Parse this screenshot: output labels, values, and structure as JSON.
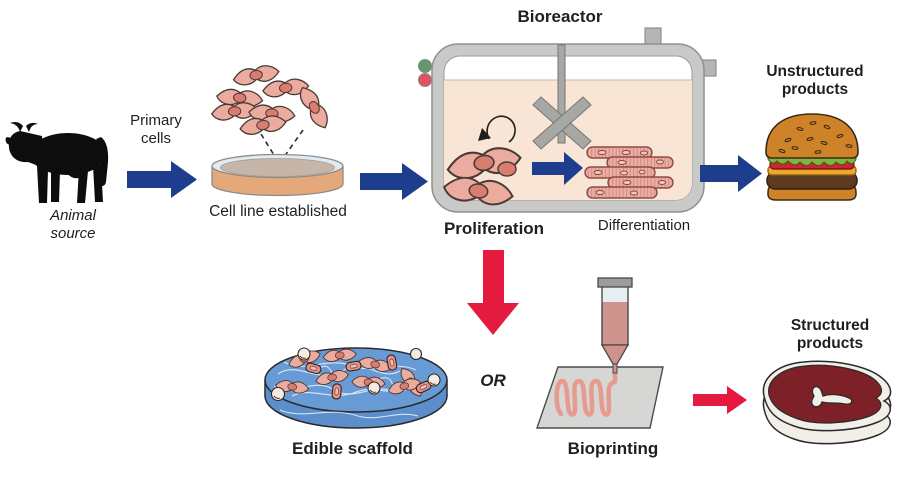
{
  "diagram": {
    "background": "#ffffff",
    "colors": {
      "arrow_blue": "#1e3d8d",
      "arrow_red": "#e41b3f",
      "text": "#1f1f1f",
      "cell_fill": "#ecab9f",
      "cell_nucleus": "#d87d6f",
      "bioreactor_shell": "#c9c9c7",
      "bioreactor_liquid": "#f8e5d6",
      "indicator_green": "#5f9a6e",
      "indicator_red": "#e0525f",
      "petri_rim_blue": "#e0ecf5",
      "petri_base_tan": "#e5a87a",
      "scaffold_blue": "#689bd6",
      "meat_red": "#7d2027",
      "bun_orange": "#cf8328"
    },
    "labels": {
      "animal_source": "Animal source",
      "primary_cells": "Primary cells",
      "cell_line": "Cell line established",
      "bioreactor": "Bioreactor",
      "proliferation": "Proliferation",
      "differentiation": "Differentiation",
      "unstructured_products": "Unstructured products",
      "or": "OR",
      "edible_scaffold": "Edible scaffold",
      "bioprinting": "Bioprinting",
      "structured_products": "Structured products"
    },
    "icons": {
      "cow": "cow-silhouette-icon",
      "cells": "spindle-cells-icon",
      "petri_dish": "petri-dish-icon",
      "bioreactor": "stirred-tank-bioreactor-icon",
      "muscle_fibers": "muscle-fibers-icon",
      "burger": "hamburger-icon",
      "scaffold": "edible-scaffold-disc-icon",
      "bioprinter": "bioprinter-syringe-icon",
      "steak": "steak-icon"
    }
  }
}
